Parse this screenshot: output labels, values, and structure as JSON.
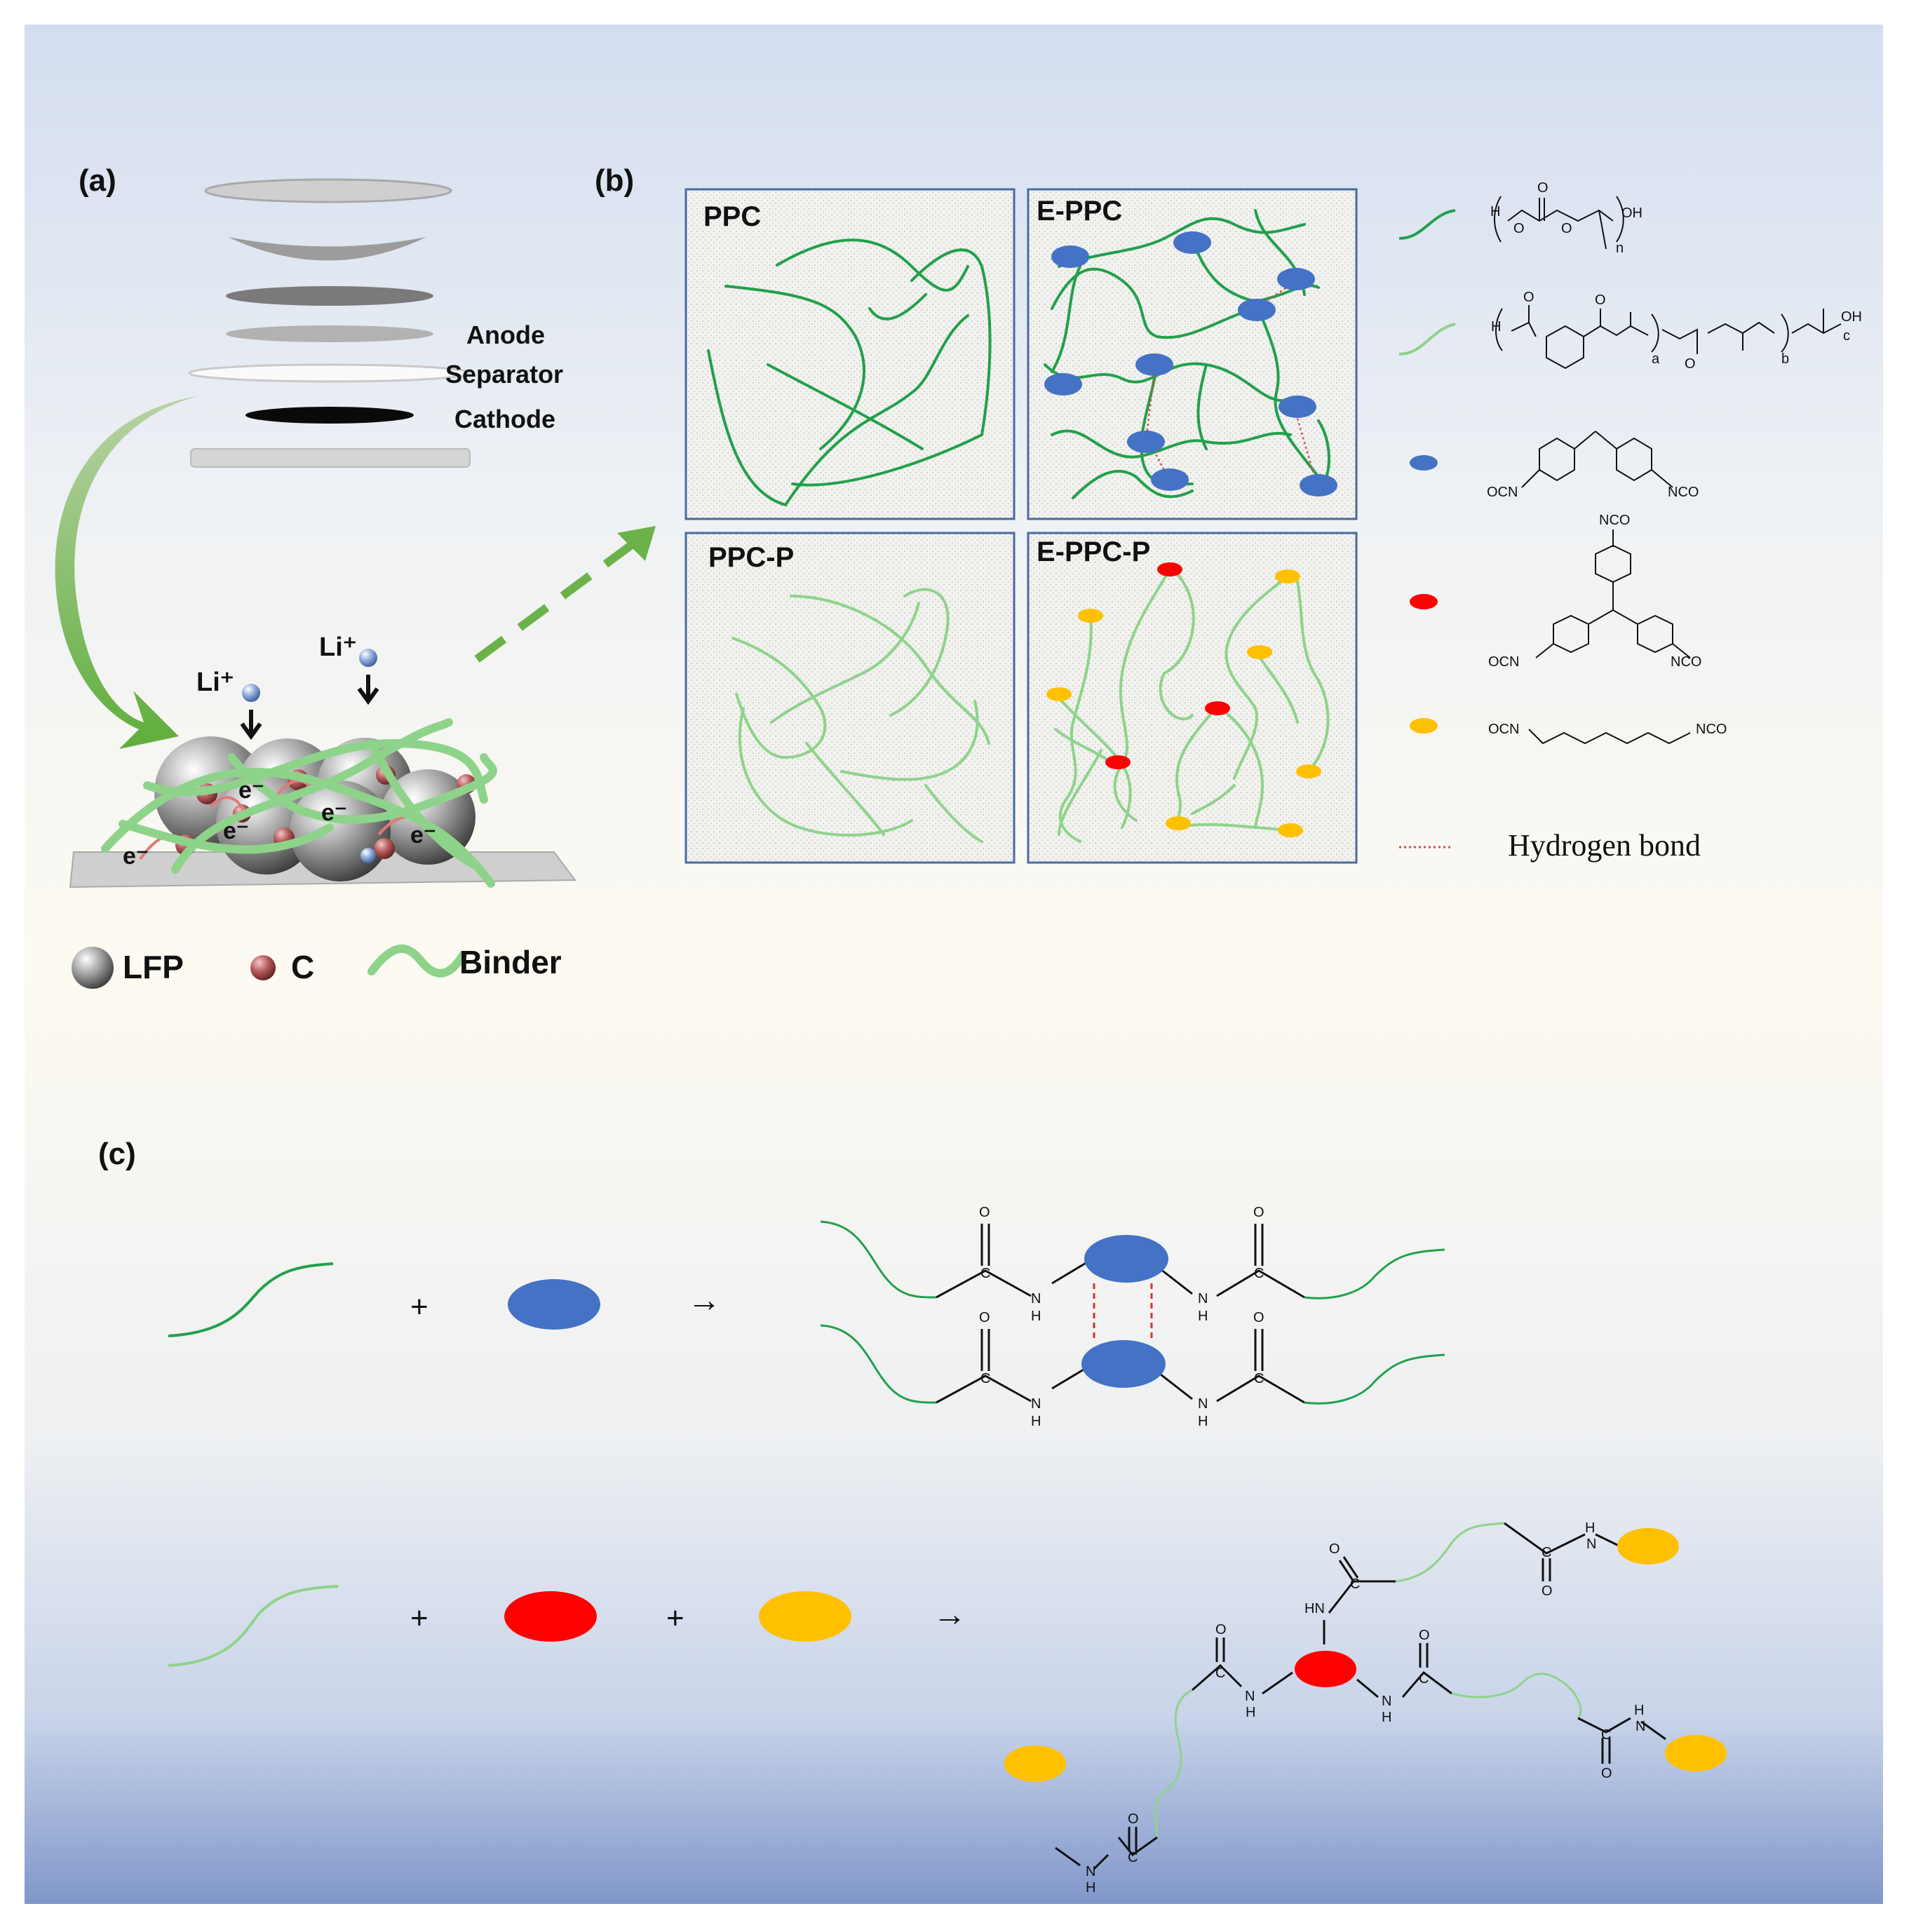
{
  "panel_a": {
    "label": "(a)",
    "layers": {
      "anode": "Anode",
      "separator": "Separator",
      "cathode": "Cathode"
    },
    "ions": {
      "li1": "Li⁺",
      "li2": "Li⁺"
    },
    "electron": "e⁻",
    "legend": {
      "lfp": "LFP",
      "c": "C",
      "binder": "Binder"
    }
  },
  "panel_b": {
    "label": "(b)",
    "boxes": {
      "ppc": "PPC",
      "eppc": "E-PPC",
      "ppcp": "PPC-P",
      "eppcp": "E-PPC-P"
    },
    "legend": {
      "nco": "NCO",
      "ocn": "OCN",
      "h": "H",
      "oh": "OH",
      "o": "O",
      "n": "n",
      "a": "a",
      "b": "b",
      "c": "c",
      "hbond": "Hydrogen bond"
    },
    "colors": {
      "blue": "#4472C4",
      "red": "#FF0000",
      "yellow": "#FFC000",
      "green_dark": "#22A04B",
      "green_light": "#8ED38A"
    }
  },
  "panel_c": {
    "label": "(c)",
    "plus": "+",
    "arrow": "→",
    "atoms": {
      "o": "O",
      "c": "C",
      "n": "N",
      "h": "H",
      "hn": "HN"
    }
  }
}
